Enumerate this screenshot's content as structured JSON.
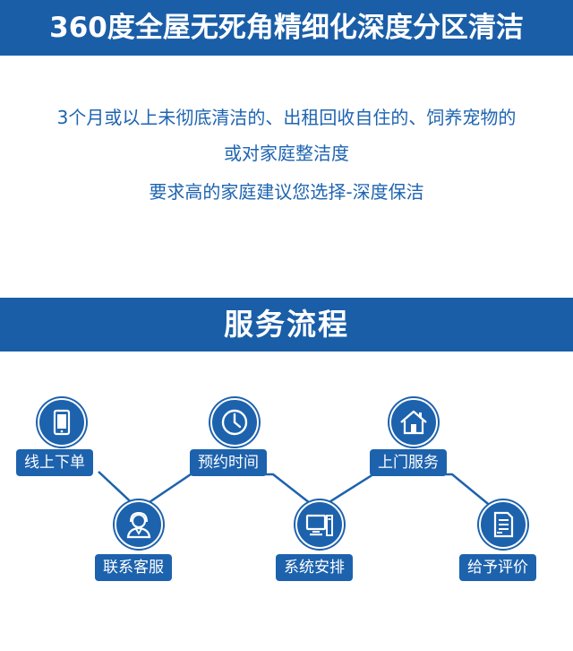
{
  "header": {
    "title": "360度全屋无死角精细化深度分区清洁"
  },
  "description": {
    "line1": "3个月或以上未彻底清洁的、出租回收自住的、饲养宠物的",
    "line2": "或对家庭整洁度",
    "line3": "要求高的家庭建议您选择-深度保洁"
  },
  "process": {
    "title": "服务流程",
    "steps": [
      {
        "label": "线上下单",
        "icon": "tablet-icon"
      },
      {
        "label": "联系客服",
        "icon": "customer-service-icon"
      },
      {
        "label": "预约时间",
        "icon": "clock-icon"
      },
      {
        "label": "系统安排",
        "icon": "computer-icon"
      },
      {
        "label": "上门服务",
        "icon": "house-icon"
      },
      {
        "label": "给予评价",
        "icon": "document-icon"
      }
    ]
  },
  "colors": {
    "primary": "#1a5ea8",
    "text": "#1e64b0",
    "connector": "#1d62ad"
  }
}
